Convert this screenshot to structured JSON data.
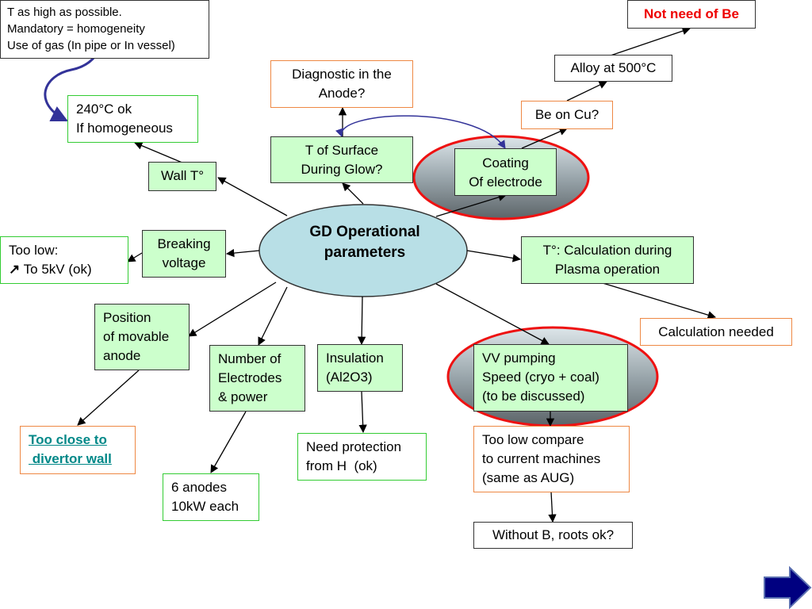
{
  "center": {
    "line1": "GD Operational",
    "line2": "parameters"
  },
  "nodes": {
    "t_high": {
      "lines": [
        "T as high as possible.",
        "Mandatory = homogeneity",
        "Use of gas (In pipe or In vessel)"
      ]
    },
    "ok240": {
      "lines": [
        "240°C ok",
        "If homogeneous"
      ]
    },
    "wall_t": {
      "lines": [
        "Wall T°"
      ]
    },
    "diagnostic": {
      "lines": [
        "Diagnostic in the",
        "Anode?"
      ]
    },
    "t_surface": {
      "lines": [
        "T of Surface",
        "During Glow?"
      ]
    },
    "coating": {
      "lines": [
        "Coating",
        "Of electrode"
      ]
    },
    "be_cu": {
      "lines": [
        "Be on Cu?"
      ]
    },
    "alloy": {
      "lines": [
        "Alloy at 500°C"
      ]
    },
    "not_need": {
      "lines": [
        "Not need of Be"
      ]
    },
    "breaking": {
      "lines": [
        "Breaking",
        "voltage"
      ]
    },
    "too_low": {
      "line1": "Too low:",
      "line2": "To 5kV (ok)",
      "arrow": "up-right-arrow"
    },
    "t_calc": {
      "lines": [
        "T°: Calculation during",
        "Plasma operation"
      ]
    },
    "calc_needed": {
      "lines": [
        "Calculation needed"
      ]
    },
    "position": {
      "lines": [
        "Position",
        "of movable",
        "anode"
      ]
    },
    "too_close": {
      "lines": [
        "Too close to",
        " divertor wall"
      ]
    },
    "electrodes": {
      "lines": [
        "Number of",
        "Electrodes",
        "& power"
      ]
    },
    "anodes": {
      "lines": [
        "6 anodes",
        "10kW each"
      ]
    },
    "insulation": {
      "lines": [
        "Insulation",
        "(Al2O3)"
      ]
    },
    "protection": {
      "lines": [
        "Need protection",
        "from H  (ok)"
      ]
    },
    "vv_pumping": {
      "lines": [
        "VV pumping",
        "Speed (cryo + coal)",
        "(to be discussed)"
      ]
    },
    "too_low_compare": {
      "lines": [
        "Too low compare",
        "to current machines",
        "(same as AUG)"
      ]
    },
    "roots": {
      "lines": [
        "Without B, roots ok?"
      ]
    }
  },
  "colors": {
    "center_fill": "#b8dfe6",
    "green_border": "#33cc33",
    "orange_border": "#ee8844",
    "highlight_red": "#ee1111",
    "dark_blue_arrow": "#333399",
    "nav_arrow": "#000080",
    "warning_red_text": "#ee0000",
    "link_teal": "#008888"
  },
  "icons": {
    "next": "right-arrow-icon"
  }
}
